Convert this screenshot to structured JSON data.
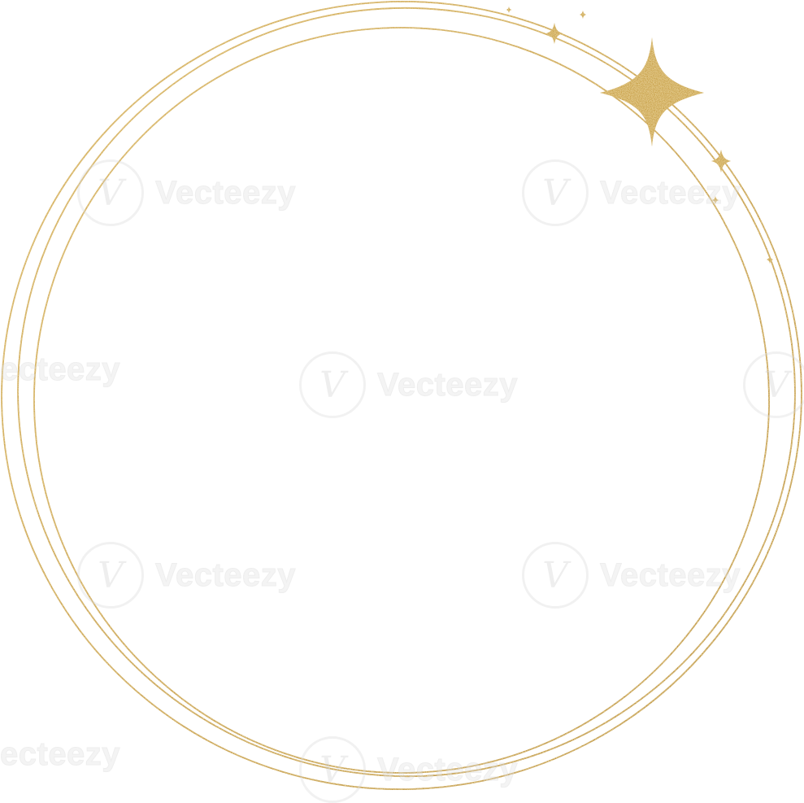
{
  "image": {
    "subject": "gold-glitter-circle-frame",
    "colors": {
      "background": "#ffffff",
      "gold": "#c9a24a",
      "gold_dark": "#a8802e",
      "gold_light": "#e3c27a",
      "watermark": "#d8d8d8"
    }
  },
  "watermark": {
    "brand": "Vecteezy",
    "partial_left": "ecteezy",
    "logo_glyph": "V"
  }
}
